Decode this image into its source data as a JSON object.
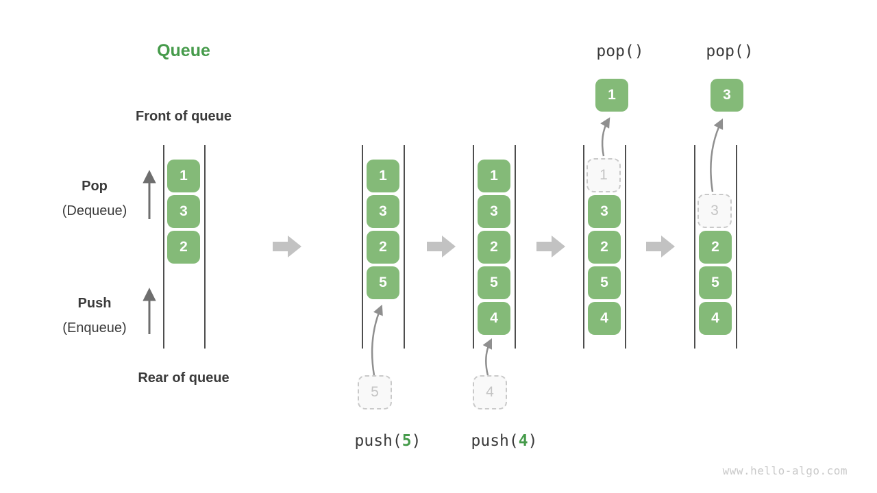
{
  "title": "Queue",
  "watermark": "www.hello-algo.com",
  "labels": {
    "front_of_queue": "Front of queue",
    "rear_of_queue": "Rear of queue",
    "pop": "Pop",
    "pop_alias": "(Dequeue)",
    "push": "Push",
    "push_alias": "(Enqueue)"
  },
  "colors": {
    "box_green": "#84ba78",
    "accent_green": "#469b4b",
    "text_dark": "#3a3a3a",
    "ghost_border": "#c9c9c9",
    "ghost_text": "#c4c4c4",
    "ghost_fill": "#f9f9f9",
    "block_arrow": "#c2c2c2",
    "curve_arrow": "#8f8f8f",
    "channel_line": "#4e4e4e",
    "watermark_gray": "#c9c9c9"
  },
  "stages": [
    {
      "name": "initial",
      "slots": [
        "1",
        "3",
        "2"
      ]
    },
    {
      "name": "after-push-5",
      "slots": [
        "1",
        "3",
        "2",
        "5"
      ],
      "incoming": "5",
      "op": {
        "fn": "push(",
        "arg": "5",
        "close": ")"
      }
    },
    {
      "name": "after-push-4",
      "slots": [
        "1",
        "3",
        "2",
        "5",
        "4"
      ],
      "incoming": "4",
      "op": {
        "fn": "push(",
        "arg": "4",
        "close": ")"
      }
    },
    {
      "name": "after-pop-1",
      "ghost": "1",
      "slots": [
        "3",
        "2",
        "5",
        "4"
      ],
      "popped": "1",
      "op_label": "pop()"
    },
    {
      "name": "after-pop-3",
      "ghost": "3",
      "slots": [
        "2",
        "5",
        "4"
      ],
      "popped": "3",
      "op_label": "pop()"
    }
  ]
}
